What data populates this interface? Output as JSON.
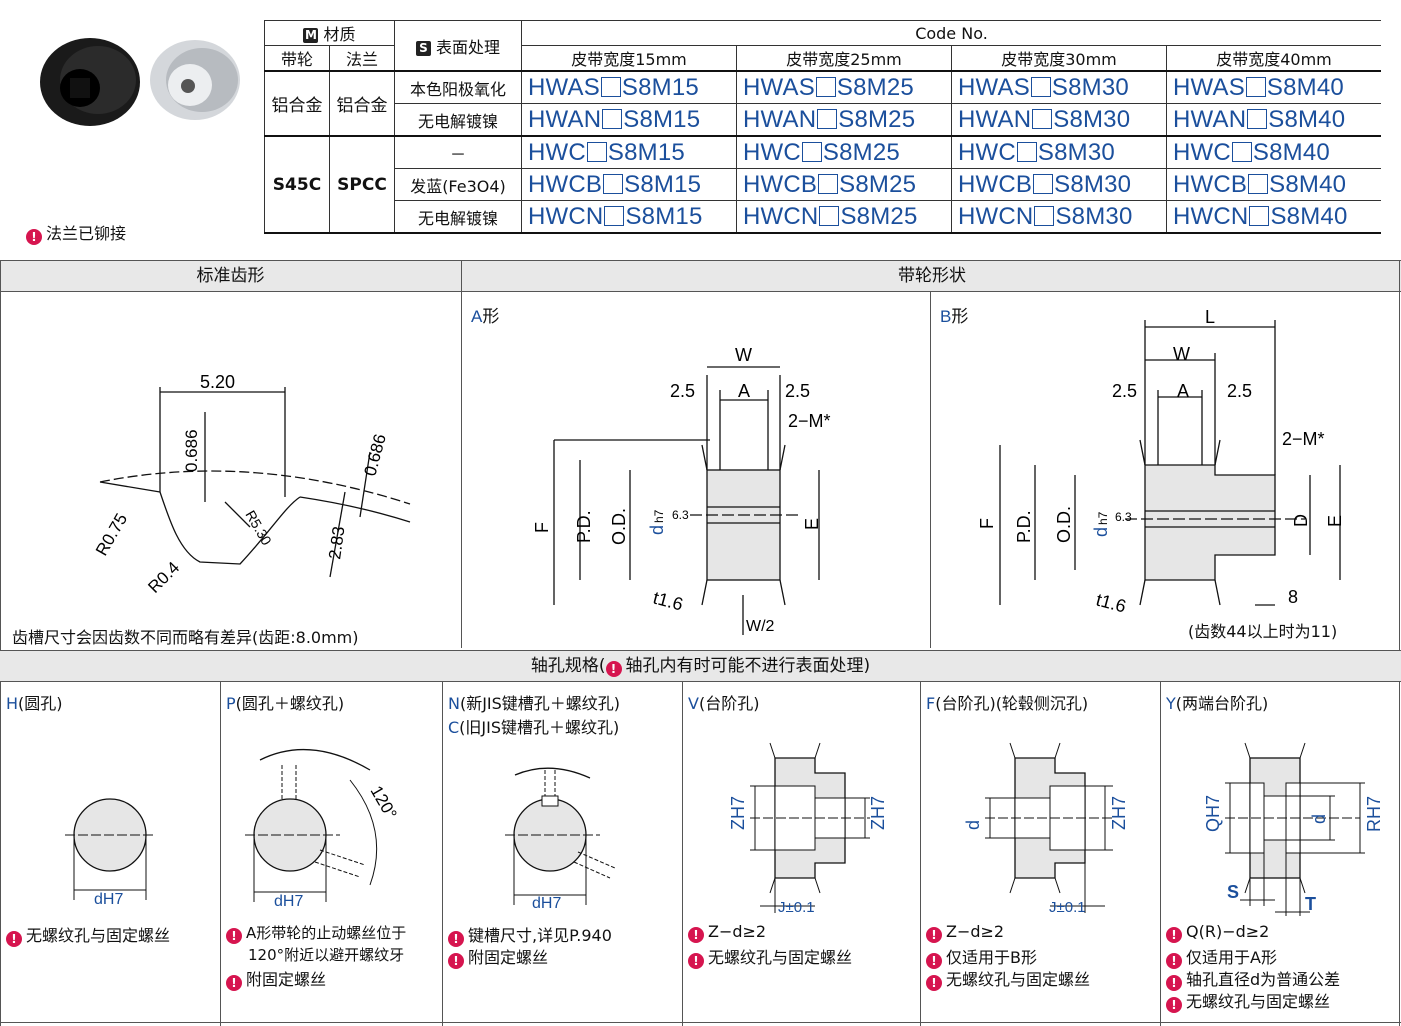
{
  "header": {
    "material_label": "材质",
    "surface_label": "表面处理",
    "pulley_label": "带轮",
    "flange_label": "法兰",
    "code_no_label": "Code No.",
    "widths": [
      "皮带宽度15mm",
      "皮带宽度25mm",
      "皮带宽度30mm",
      "皮带宽度40mm"
    ],
    "tag_m": "M",
    "tag_s": "S"
  },
  "product_note": "法兰已铆接",
  "rows": [
    {
      "pulley": "铝合金",
      "flange": "铝合金",
      "surface": "本色阳极氧化",
      "prefix": "HWAS",
      "codes": [
        "S8M15",
        "S8M25",
        "S8M30",
        "S8M40"
      ]
    },
    {
      "pulley": "",
      "flange": "",
      "surface": "无电解镀镍",
      "prefix": "HWAN",
      "codes": [
        "S8M15",
        "S8M25",
        "S8M30",
        "S8M40"
      ]
    },
    {
      "pulley": "S45C",
      "flange": "SPCC",
      "surface": "－",
      "prefix": "HWC",
      "codes": [
        "S8M15",
        "S8M25",
        "S8M30",
        "S8M40"
      ]
    },
    {
      "pulley": "",
      "flange": "",
      "surface": "发蓝(Fe3O4)",
      "prefix": "HWCB",
      "codes": [
        "S8M15",
        "S8M25",
        "S8M30",
        "S8M40"
      ]
    },
    {
      "pulley": "",
      "flange": "",
      "surface": "无电解镀镍",
      "prefix": "HWCN",
      "codes": [
        "S8M15",
        "S8M25",
        "S8M30",
        "S8M40"
      ]
    }
  ],
  "sections": {
    "tooth": "标准齿形",
    "shape": "带轮形状",
    "bore": "轴孔规格(",
    "bore_note": "轴孔内有时可能不进行表面处理)"
  },
  "tooth": {
    "pitch_dim": "5.20",
    "dims": [
      "0.686",
      "0.686",
      "R0.75",
      "R0.4",
      "R5.30",
      "2.83"
    ],
    "note": "齿槽尺寸会因齿数不同而略有差异(齿距:8.0mm)"
  },
  "shape_a": {
    "title": "A形",
    "labels": {
      "W": "W",
      "A": "A",
      "side": "2.5",
      "m": "2−M*",
      "F": "F",
      "PD": "P.D.",
      "OD": "O.D.",
      "d": "d",
      "h7": "h7",
      "rough": "6.3",
      "E": "E",
      "t": "t1.6",
      "w2": "W/2"
    }
  },
  "shape_b": {
    "title": "B形",
    "labels": {
      "L": "L",
      "W": "W",
      "A": "A",
      "side": "2.5",
      "m": "2−M*",
      "F": "F",
      "PD": "P.D.",
      "OD": "O.D.",
      "d": "d",
      "h7": "h7",
      "rough": "6.3",
      "D": "D",
      "E": "E",
      "t": "t1.6",
      "eight": "8"
    },
    "note": "(齿数44以上时为11)"
  },
  "bores": [
    {
      "code": "H",
      "name": "(圆孔)",
      "notes": [
        "无螺纹孔与固定螺丝"
      ]
    },
    {
      "code": "P",
      "name": "(圆孔＋螺纹孔)",
      "notes": [
        "A形带轮的止动螺丝位于",
        "120°附近以避开螺纹牙",
        "附固定螺丝"
      ]
    },
    {
      "code": "N",
      "name": "(新JIS键槽孔＋螺纹孔)",
      "code2": "C",
      "name2": "(旧JIS键槽孔＋螺纹孔)",
      "notes": [
        "键槽尺寸,详见P.940",
        "附固定螺丝"
      ]
    },
    {
      "code": "V",
      "name": "(台阶孔)",
      "notes": [
        "Z−d≥2",
        "无螺纹孔与固定螺丝"
      ]
    },
    {
      "code": "F",
      "name": "(台阶孔)(轮毂侧沉孔)",
      "notes": [
        "Z−d≥2",
        "仅适用于B形",
        "无螺纹孔与固定螺丝"
      ]
    },
    {
      "code": "Y",
      "name": "(两端台阶孔)",
      "notes": [
        "Q(R)−d≥2",
        "仅适用于A形",
        "轴孔直径d为普通公差",
        "无螺纹孔与固定螺丝"
      ]
    }
  ],
  "bore_labels": {
    "dH7": "dH7",
    "angle": "120°",
    "Z": "ZH7",
    "J": "J±0.1",
    "Q": "QH7",
    "R": "RH7",
    "S": "S",
    "T": "T",
    "d": "d"
  }
}
